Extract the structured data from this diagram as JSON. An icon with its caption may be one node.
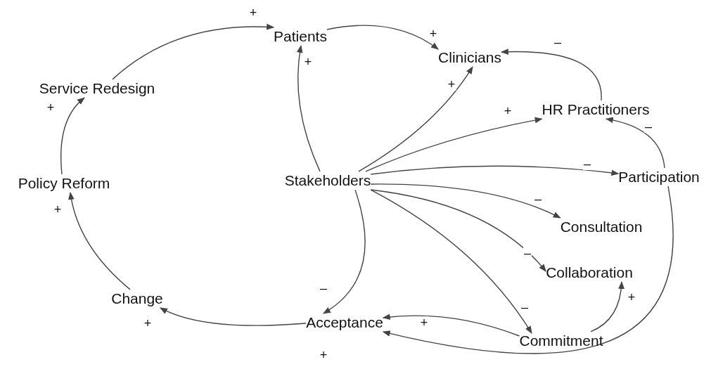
{
  "diagram": {
    "nodes": [
      {
        "text": [
          "Patients"
        ]
      },
      {
        "text": [
          "Clinicians"
        ]
      },
      {
        "text": [
          "Service Redesign"
        ]
      },
      {
        "text": [
          "HR Practitioners"
        ]
      },
      {
        "text": [
          "Policy Reform"
        ]
      },
      {
        "text": [
          "Stakeholders"
        ]
      },
      {
        "text": [
          "Participation"
        ]
      },
      {
        "text": [
          "Consultation"
        ]
      },
      {
        "text": [
          "Collaboration"
        ]
      },
      {
        "text": [
          "Change"
        ]
      },
      {
        "text": [
          "Acceptance"
        ]
      },
      {
        "text": [
          "Commitment"
        ]
      }
    ],
    "edges": [
      {
        "from": 2,
        "to": 0,
        "arrow": "to",
        "label": "+"
      },
      {
        "from": 0,
        "to": 1,
        "arrow": "to",
        "label": "+"
      },
      {
        "from": 5,
        "to": 0,
        "arrow": "to",
        "label": "+"
      },
      {
        "from": 5,
        "to": 1,
        "arrow": "to",
        "label": "+"
      },
      {
        "from": 3,
        "to": 1,
        "arrow": "to",
        "label": "–"
      },
      {
        "from": 5,
        "to": 3,
        "arrow": "to",
        "label": "+"
      },
      {
        "from": 6,
        "to": 3,
        "arrow": "to",
        "label": "–"
      },
      {
        "from": 5,
        "to": 6,
        "arrow": "to",
        "label": "–"
      },
      {
        "from": 5,
        "to": 7,
        "arrow": "to",
        "label": "–"
      },
      {
        "from": 5,
        "to": 8,
        "arrow": "to",
        "label": "–"
      },
      {
        "from": 5,
        "to": 11,
        "arrow": "to",
        "label": "–"
      },
      {
        "from": 5,
        "to": 10,
        "arrow": "to",
        "label": "–"
      },
      {
        "from": 11,
        "to": 10,
        "arrow": "to",
        "label": "+"
      },
      {
        "from": 11,
        "to": 8,
        "arrow": "to",
        "label": "+"
      },
      {
        "from": 6,
        "to": 10,
        "arrow": "to",
        "label": "+"
      },
      {
        "from": 10,
        "to": 9,
        "arrow": "to",
        "label": "+"
      },
      {
        "from": 9,
        "to": 4,
        "arrow": "to",
        "label": "+"
      },
      {
        "from": 4,
        "to": 2,
        "arrow": "to",
        "label": "+"
      }
    ]
  }
}
